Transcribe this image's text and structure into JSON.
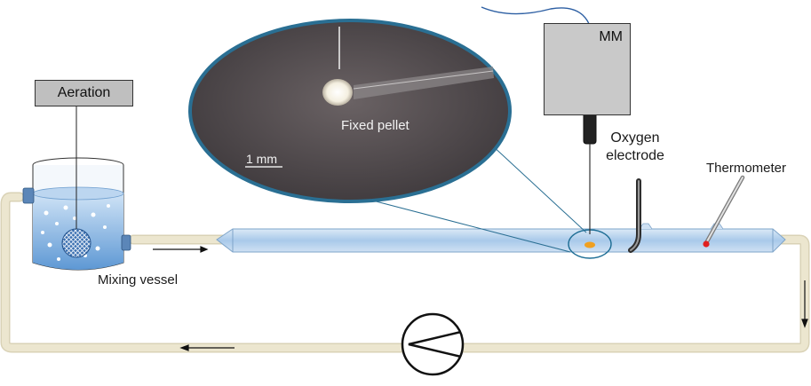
{
  "labels": {
    "aeration": "Aeration",
    "mixing_vessel": "Mixing vessel",
    "fixed_pellet": "Fixed pellet",
    "scale_bar": "1 mm",
    "meter": "MM",
    "oxygen_electrode_line1": "Oxygen",
    "oxygen_electrode_line2": "electrode",
    "thermometer": "Thermometer"
  },
  "colors": {
    "tubing": "#ece6cf",
    "tubing_edge": "#d9d2b6",
    "water": "#9cc3e8",
    "flow_cell": "#b9d4ee",
    "inset_border": "#2a6f93",
    "inset_fill": "#4a4548",
    "meter_box": "#c9c9c9",
    "pellet": "#f0a020",
    "thermometer_bulb": "#e02020"
  },
  "icons": [
    "pump-icon",
    "flow-arrow-icon",
    "stir-bar-icon",
    "electrode-icon",
    "thermometer-icon"
  ]
}
